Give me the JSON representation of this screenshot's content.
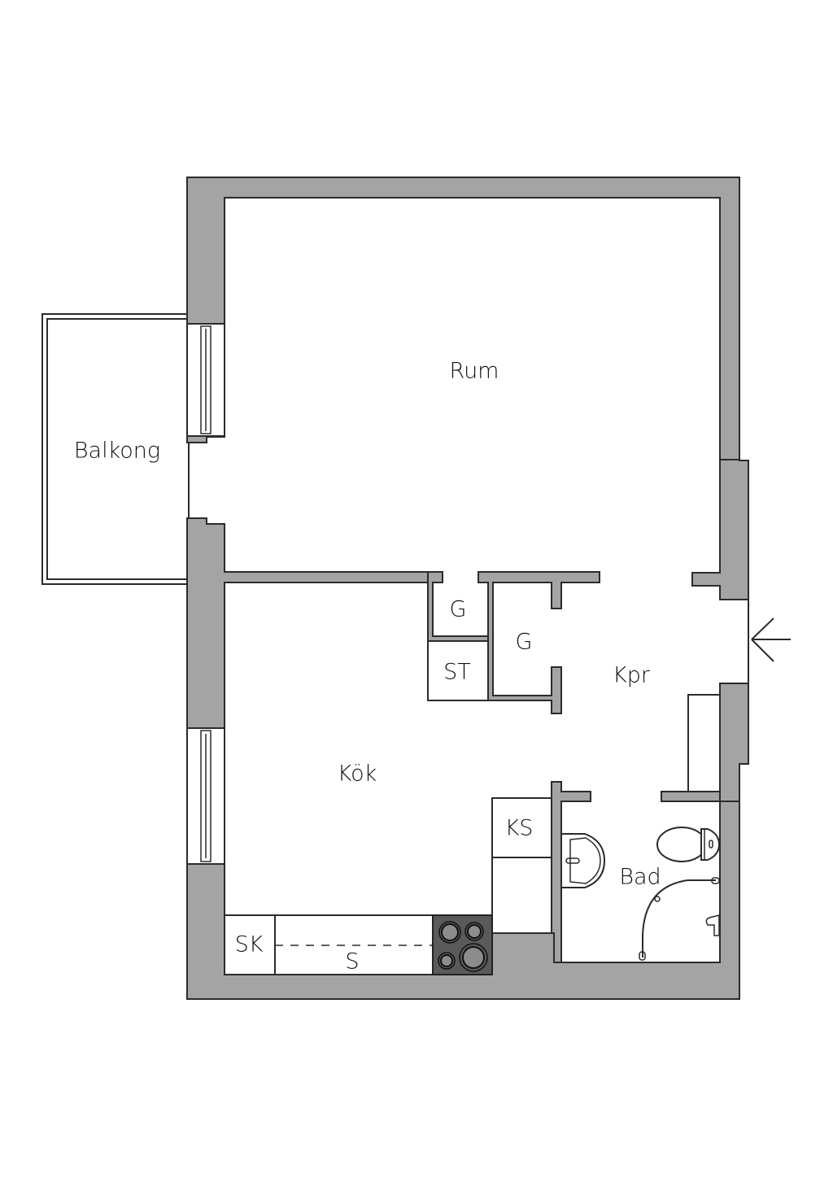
{
  "floorplan": {
    "colors": {
      "wall": "#a4a4a4",
      "outline": "#2b2b2b",
      "stove": "#5a5a5a",
      "background": "#ffffff"
    },
    "rooms": {
      "rum": "Rum",
      "balkong": "Balkong",
      "kok": "Kök",
      "kpr": "Kpr",
      "bad": "Bad",
      "garderob_1": "G",
      "garderob_2": "G",
      "stadskap": "ST",
      "kyl_skap": "KS",
      "skap": "SK",
      "sink_bench": "S"
    },
    "entrance": {
      "icon": "arrow-left-icon"
    }
  }
}
